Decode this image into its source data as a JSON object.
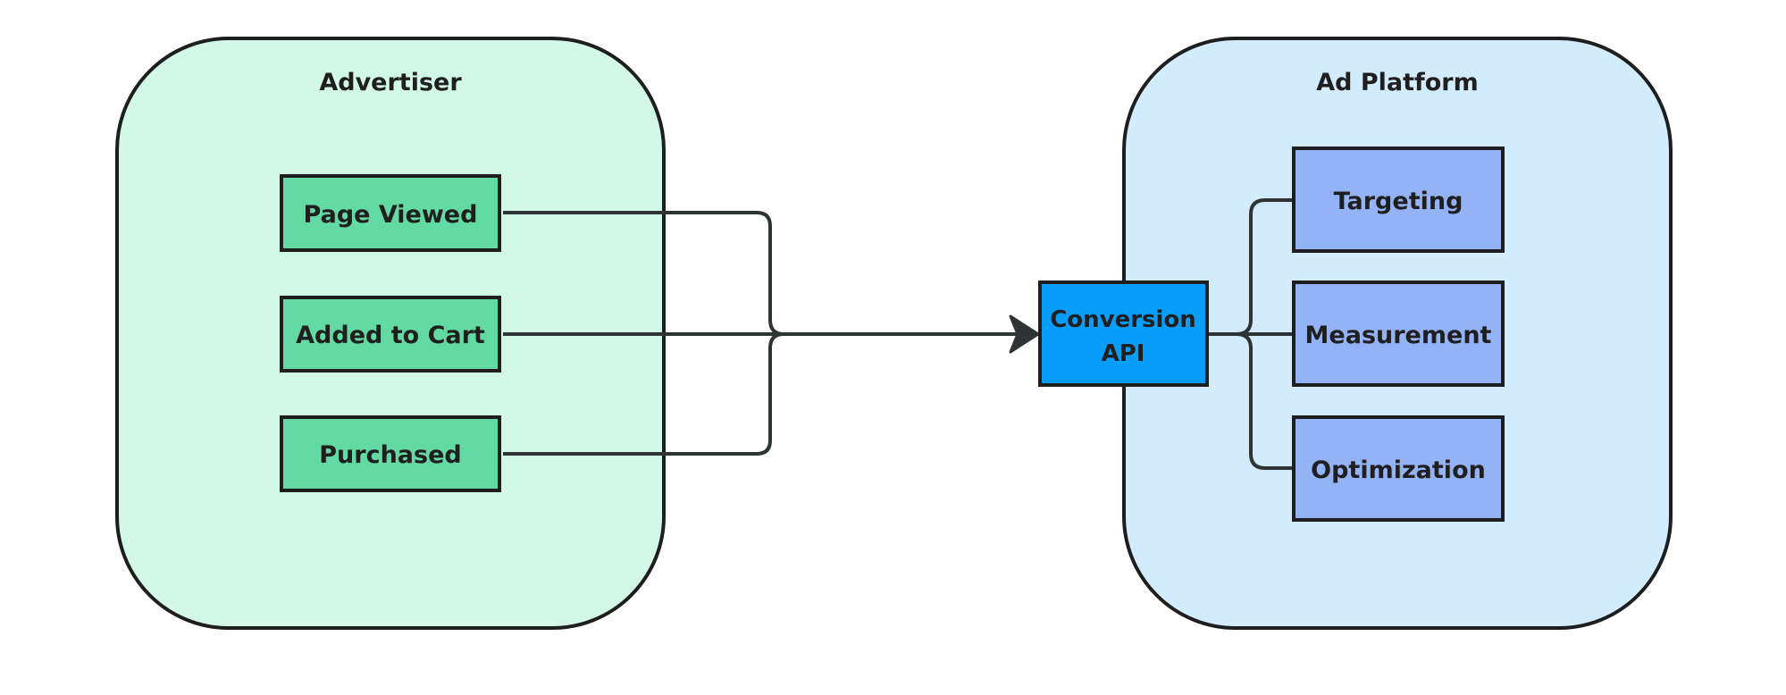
{
  "colors": {
    "advertiser_bg": "#d2f9e8",
    "platform_bg": "#d3ecfd",
    "event_fill": "#63d9a3",
    "api_fill": "#099dfa",
    "feature_fill": "#94b2f6",
    "stroke": "#1e1e1e",
    "connector": "#2e3333"
  },
  "advertiser": {
    "title": "Advertiser",
    "events": [
      {
        "label": "Page Viewed"
      },
      {
        "label": "Added to Cart"
      },
      {
        "label": "Purchased"
      }
    ]
  },
  "conversion_api": {
    "line1": "Conversion",
    "line2": "API"
  },
  "platform": {
    "title": "Ad Platform",
    "features": [
      {
        "label": "Targeting"
      },
      {
        "label": "Measurement"
      },
      {
        "label": "Optimization"
      }
    ]
  }
}
